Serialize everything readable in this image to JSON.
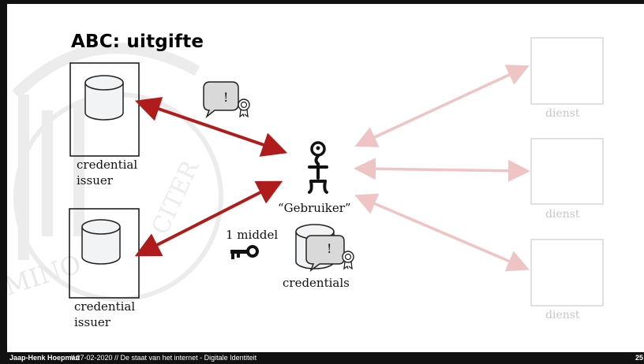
{
  "slide": {
    "title": "ABC: uitgifte",
    "issuer_top_label": [
      "credential",
      "issuer"
    ],
    "issuer_bottom_label": [
      "credential",
      "issuer"
    ],
    "user_label": "“Gebruiker”",
    "key_label": "1 middel",
    "credentials_label": "credentials",
    "service_labels": [
      "dienst",
      "dienst",
      "dienst"
    ],
    "badge_text": "!"
  },
  "footer": {
    "author": "Jaap-Henk Hoepman",
    "details": " // 27-02-2020 // De staat van het internet - Digitale Identiteit",
    "page_number": "25"
  },
  "colors": {
    "arrow_dark": "#b01c1c",
    "arrow_faded": "#efc4c4",
    "frame": "#111111"
  }
}
